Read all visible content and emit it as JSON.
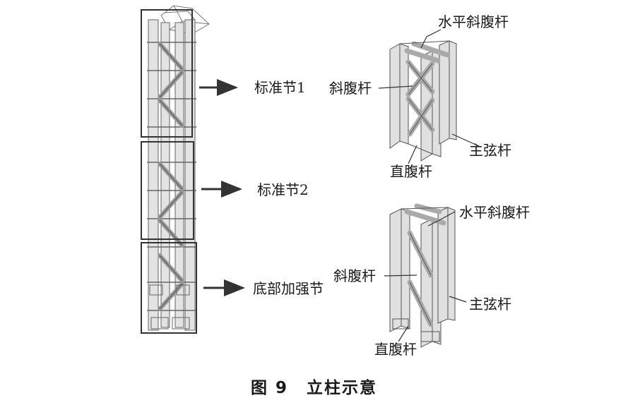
{
  "labels": {
    "segment_1": "标准节1",
    "segment_2": "标准节2",
    "bottom_segment": "底部加强节",
    "top_horizontal_diagonal": "水平斜腹杆",
    "top_diagonal_web": "斜腹杆",
    "top_chord": "主弦杆",
    "top_vertical_web": "直腹杆",
    "bottom_horizontal_diagonal": "水平斜腹杆",
    "bottom_diagonal_web": "斜腹杆",
    "bottom_chord": "主弦杆",
    "bottom_vertical_web": "直腹杆"
  },
  "caption": {
    "number": "图 9",
    "title": "立柱示意"
  }
}
